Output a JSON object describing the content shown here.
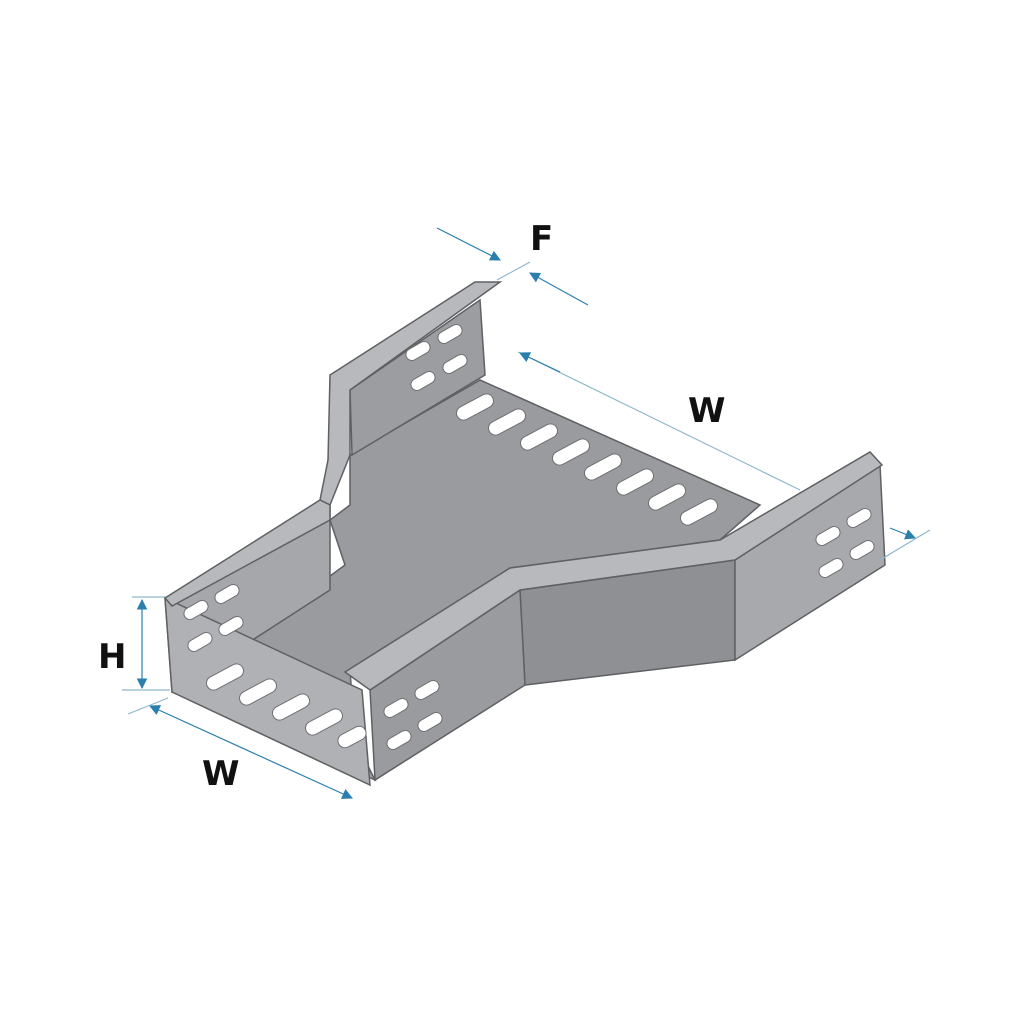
{
  "diagram": {
    "labels": {
      "f": "F",
      "w_top": "W",
      "w_bottom": "W",
      "h": "H"
    }
  },
  "colors": {
    "floor": "#9a9b9e",
    "wall_light": "#a6a7aa",
    "wall_mid": "#8f9093",
    "wall_dark": "#7e7f82",
    "rim": "#b8b9bc",
    "edge": "#5f6063",
    "slot": "#ffffff",
    "dimension": "#2a7fae",
    "text": "#111111"
  }
}
